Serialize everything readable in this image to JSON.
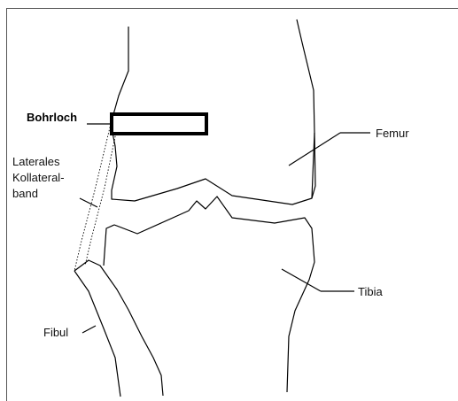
{
  "labels": {
    "bohrloch": "Bohrloch",
    "lateral_line1": "Laterales",
    "lateral_line2": "Kollateral-",
    "lateral_line3": "band",
    "femur": "Femur",
    "tibia": "Tibia",
    "fibul": "Fibul"
  },
  "colors": {
    "line": "#000000",
    "frame": "#555555",
    "background": "#ffffff"
  }
}
